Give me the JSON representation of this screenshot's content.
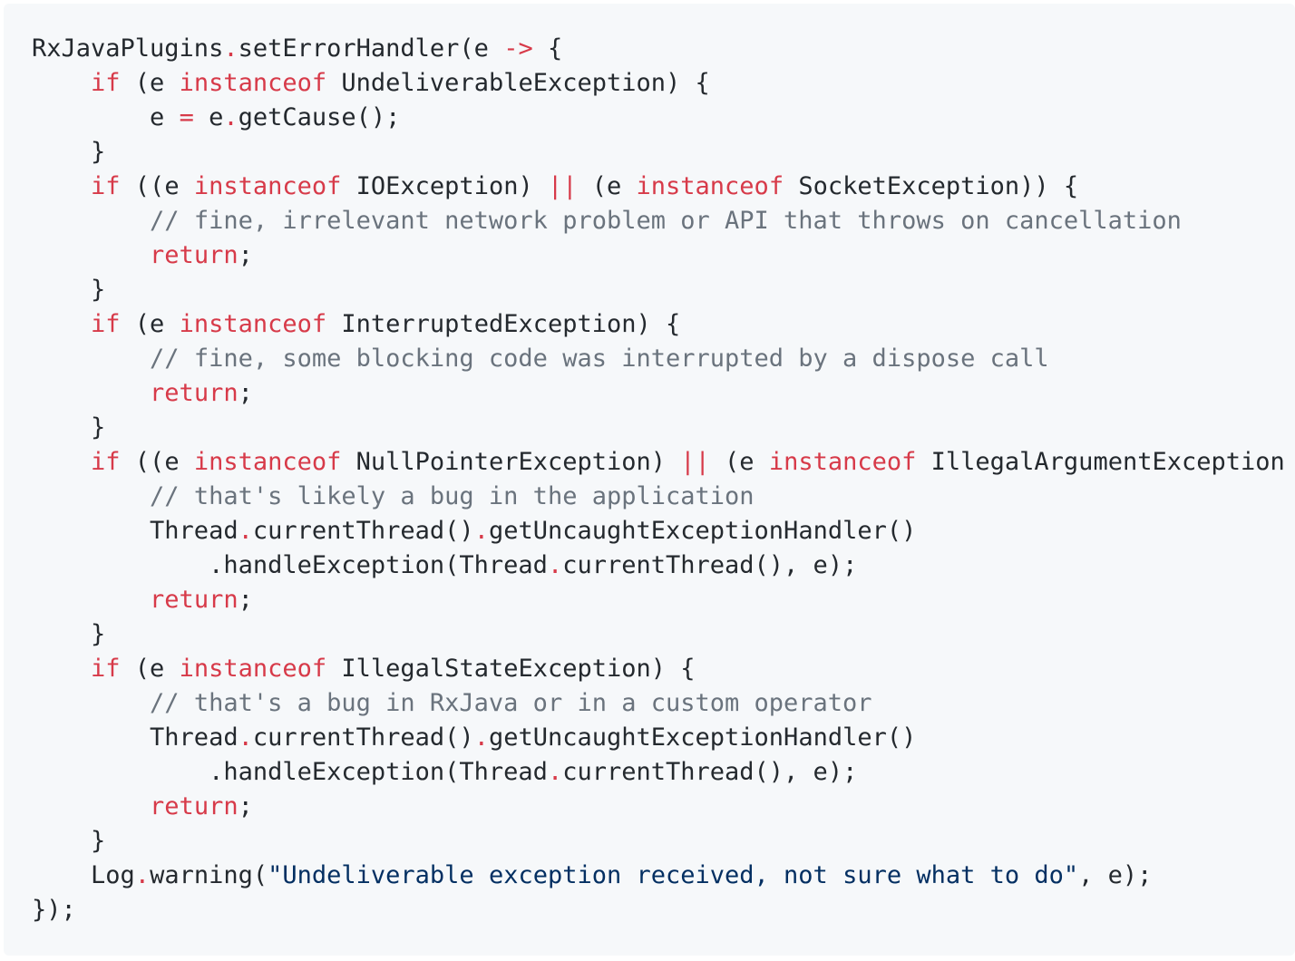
{
  "code_block": {
    "language": "java",
    "colors": {
      "background": "#f6f8fa",
      "plain": "#24292e",
      "keyword": "#d73a49",
      "comment": "#6a737d",
      "string": "#032f62"
    },
    "lines": [
      [
        [
          "pl",
          "RxJavaPlugins"
        ],
        [
          "op",
          "."
        ],
        [
          "pl",
          "setErrorHandler(e "
        ],
        [
          "op",
          "->"
        ],
        [
          "pl",
          " {"
        ]
      ],
      [
        [
          "pl",
          "    "
        ],
        [
          "kw",
          "if"
        ],
        [
          "pl",
          " (e "
        ],
        [
          "kw",
          "instanceof"
        ],
        [
          "pl",
          " UndeliverableException) {"
        ]
      ],
      [
        [
          "pl",
          "        e "
        ],
        [
          "op",
          "="
        ],
        [
          "pl",
          " e"
        ],
        [
          "op",
          "."
        ],
        [
          "pl",
          "getCause();"
        ]
      ],
      [
        [
          "pl",
          "    }"
        ]
      ],
      [
        [
          "pl",
          "    "
        ],
        [
          "kw",
          "if"
        ],
        [
          "pl",
          " ((e "
        ],
        [
          "kw",
          "instanceof"
        ],
        [
          "pl",
          " IOException) "
        ],
        [
          "op",
          "||"
        ],
        [
          "pl",
          " (e "
        ],
        [
          "kw",
          "instanceof"
        ],
        [
          "pl",
          " SocketException)) {"
        ]
      ],
      [
        [
          "pl",
          "        "
        ],
        [
          "cm",
          "// fine, irrelevant network problem or API that throws on cancellation"
        ]
      ],
      [
        [
          "pl",
          "        "
        ],
        [
          "kw",
          "return"
        ],
        [
          "pl",
          ";"
        ]
      ],
      [
        [
          "pl",
          "    }"
        ]
      ],
      [
        [
          "pl",
          "    "
        ],
        [
          "kw",
          "if"
        ],
        [
          "pl",
          " (e "
        ],
        [
          "kw",
          "instanceof"
        ],
        [
          "pl",
          " InterruptedException) {"
        ]
      ],
      [
        [
          "pl",
          "        "
        ],
        [
          "cm",
          "// fine, some blocking code was interrupted by a dispose call"
        ]
      ],
      [
        [
          "pl",
          "        "
        ],
        [
          "kw",
          "return"
        ],
        [
          "pl",
          ";"
        ]
      ],
      [
        [
          "pl",
          "    }"
        ]
      ],
      [
        [
          "pl",
          "    "
        ],
        [
          "kw",
          "if"
        ],
        [
          "pl",
          " ((e "
        ],
        [
          "kw",
          "instanceof"
        ],
        [
          "pl",
          " NullPointerException) "
        ],
        [
          "op",
          "||"
        ],
        [
          "pl",
          " (e "
        ],
        [
          "kw",
          "instanceof"
        ],
        [
          "pl",
          " IllegalArgumentException"
        ]
      ],
      [
        [
          "pl",
          "        "
        ],
        [
          "cm",
          "// that's likely a bug in the application"
        ]
      ],
      [
        [
          "pl",
          "        Thread"
        ],
        [
          "op",
          "."
        ],
        [
          "pl",
          "currentThread()"
        ],
        [
          "op",
          "."
        ],
        [
          "pl",
          "getUncaughtExceptionHandler()"
        ]
      ],
      [
        [
          "pl",
          "            .handleException(Thread"
        ],
        [
          "op",
          "."
        ],
        [
          "pl",
          "currentThread(), e);"
        ]
      ],
      [
        [
          "pl",
          "        "
        ],
        [
          "kw",
          "return"
        ],
        [
          "pl",
          ";"
        ]
      ],
      [
        [
          "pl",
          "    }"
        ]
      ],
      [
        [
          "pl",
          "    "
        ],
        [
          "kw",
          "if"
        ],
        [
          "pl",
          " (e "
        ],
        [
          "kw",
          "instanceof"
        ],
        [
          "pl",
          " IllegalStateException) {"
        ]
      ],
      [
        [
          "pl",
          "        "
        ],
        [
          "cm",
          "// that's a bug in RxJava or in a custom operator"
        ]
      ],
      [
        [
          "pl",
          "        Thread"
        ],
        [
          "op",
          "."
        ],
        [
          "pl",
          "currentThread()"
        ],
        [
          "op",
          "."
        ],
        [
          "pl",
          "getUncaughtExceptionHandler()"
        ]
      ],
      [
        [
          "pl",
          "            .handleException(Thread"
        ],
        [
          "op",
          "."
        ],
        [
          "pl",
          "currentThread(), e);"
        ]
      ],
      [
        [
          "pl",
          "        "
        ],
        [
          "kw",
          "return"
        ],
        [
          "pl",
          ";"
        ]
      ],
      [
        [
          "pl",
          "    }"
        ]
      ],
      [
        [
          "pl",
          "    Log"
        ],
        [
          "op",
          "."
        ],
        [
          "pl",
          "warning("
        ],
        [
          "str",
          "\"Undeliverable exception received, not sure what to do\""
        ],
        [
          "pl",
          ", e);"
        ]
      ],
      [
        [
          "pl",
          "});"
        ]
      ]
    ]
  }
}
